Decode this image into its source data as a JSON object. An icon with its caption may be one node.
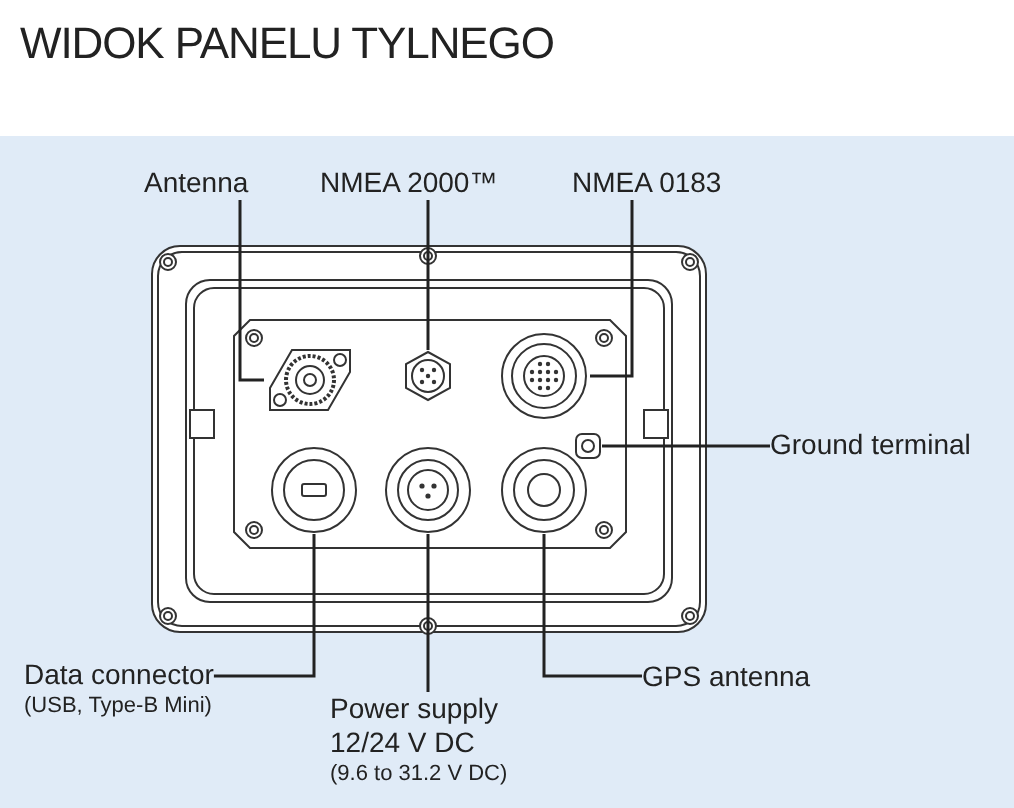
{
  "diagram": {
    "title": "WIDOK PANELU TYLNEGO",
    "nodes": [
      {
        "text": [
          "Antenna"
        ]
      },
      {
        "text": [
          "NMEA 2000™"
        ]
      },
      {
        "text": [
          "NMEA 0183"
        ]
      },
      {
        "text": [
          "Ground terminal"
        ]
      },
      {
        "text": [
          "Data connector",
          "(USB, Type-B Mini)"
        ]
      },
      {
        "text": [
          "Power supply 12/24 V DC",
          "(9.6 to 31.2 V DC)"
        ]
      },
      {
        "text": [
          "GPS antenna"
        ]
      },
      {
        "text": [],
        "shape": "picture"
      },
      {
        "text": [],
        "shape": "picture"
      },
      {
        "text": [],
        "shape": "picture"
      },
      {
        "text": [],
        "shape": "picture"
      },
      {
        "text": [],
        "shape": "picture"
      },
      {
        "text": [],
        "shape": "picture"
      },
      {
        "text": [],
        "shape": "picture"
      }
    ],
    "edges": [
      {
        "from": 0,
        "to": 7,
        "arrow": "none"
      },
      {
        "from": 1,
        "to": 8,
        "arrow": "none"
      },
      {
        "from": 2,
        "to": 9,
        "arrow": "none"
      },
      {
        "from": 3,
        "to": 10,
        "arrow": "none"
      },
      {
        "from": 4,
        "to": 11,
        "arrow": "none"
      },
      {
        "from": 5,
        "to": 12,
        "arrow": "none"
      },
      {
        "from": 6,
        "to": 13,
        "arrow": "none"
      }
    ]
  }
}
